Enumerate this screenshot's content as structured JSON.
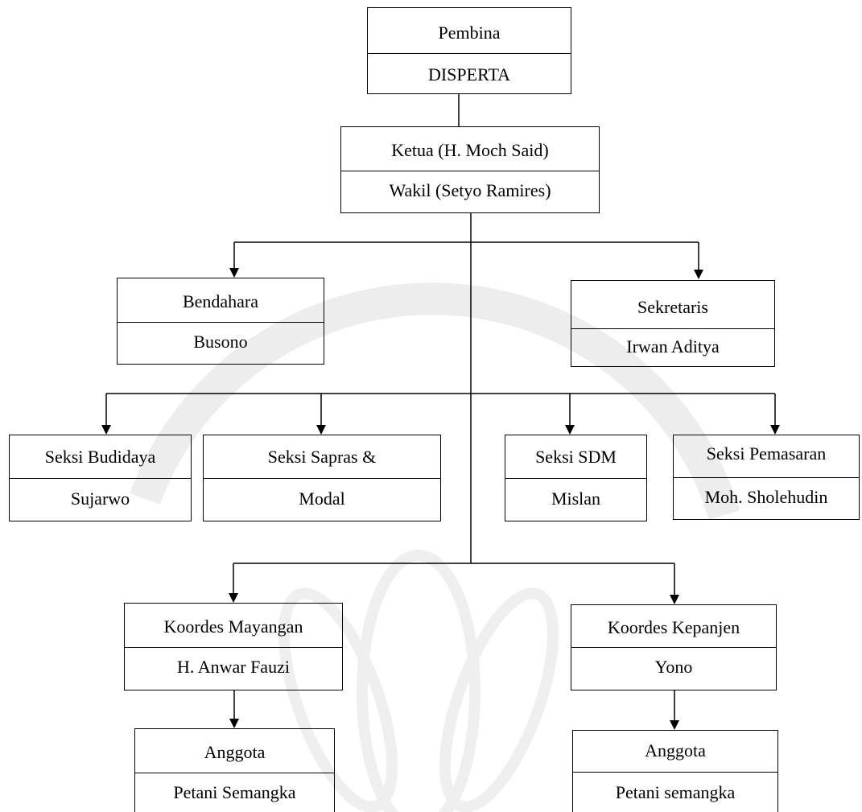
{
  "chart": {
    "pembina": {
      "role": "Pembina",
      "name": "DISPERTA"
    },
    "ketua": {
      "role": "Ketua (H. Moch Said)",
      "name": "Wakil (Setyo Ramires)"
    },
    "bendahara": {
      "role": "Bendahara",
      "name": "Busono"
    },
    "sekretaris": {
      "role": "Sekretaris",
      "name": "Irwan Aditya"
    },
    "seksi_budidaya": {
      "role": "Seksi Budidaya",
      "name": "Sujarwo"
    },
    "seksi_sapras": {
      "role": "Seksi Sapras &",
      "name": "Modal"
    },
    "seksi_sdm": {
      "role": "Seksi SDM",
      "name": "Mislan"
    },
    "seksi_pemasaran": {
      "role": "Seksi Pemasaran",
      "name": "Moh. Sholehudin"
    },
    "koordes_mayangan": {
      "role": "Koordes Mayangan",
      "name": "H. Anwar Fauzi"
    },
    "koordes_kepanjen": {
      "role": "Koordes  Kepanjen",
      "name": "Yono"
    },
    "anggota_mayangan": {
      "role": "Anggota",
      "name": "Petani Semangka"
    },
    "anggota_kepanjen": {
      "role": "Anggota",
      "name": "Petani semangka"
    }
  },
  "watermark": {
    "color": "#ebebeb"
  }
}
